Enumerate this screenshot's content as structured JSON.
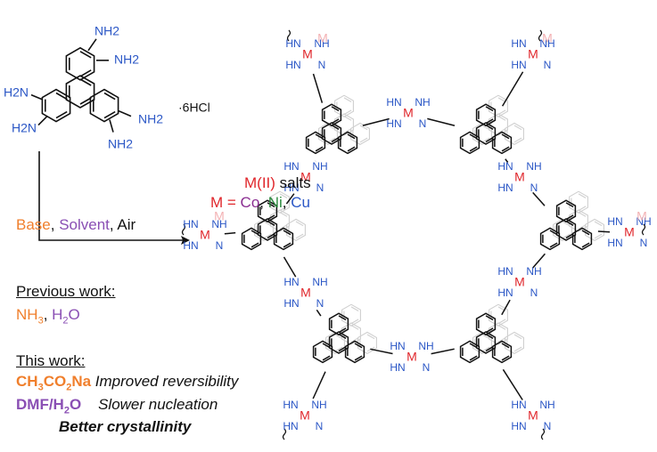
{
  "colors": {
    "metal": "#e0262b",
    "nitrogen": "#2b57c6",
    "cobalt": "#8a2d91",
    "nickel": "#2b8a3e",
    "copper": "#2b57c6",
    "base": "#f07f2c",
    "solvent": "#8a4fb4",
    "faded": "#c9c9c9"
  },
  "monomer": {
    "amine_label": "NH",
    "amine_sub": "2",
    "amine_left": "H",
    "amine_left_n": "N",
    "salt": "·6HCl"
  },
  "reaction": {
    "salts_metal": "M(II)",
    "salts_text": " salts",
    "metals_prefix": "M = ",
    "co": "Co",
    "sep1": ", ",
    "ni": "Ni",
    "sep2": ", ",
    "cu": "Cu",
    "base": "Base",
    "sep3": ", ",
    "solvent": "Solvent",
    "sep4": ", ",
    "air": "Air"
  },
  "previous": {
    "heading": "Previous work:",
    "nh3": "NH",
    "nh3_sub": "3",
    "sep": ", ",
    "h2o_h": "H",
    "h2o_sub": "2",
    "h2o_o": "O"
  },
  "this_work": {
    "heading": "This work:",
    "acetate_a": "CH",
    "acetate_sub1": "3",
    "acetate_b": "CO",
    "acetate_sub2": "2",
    "acetate_c": "Na",
    "acetate_effect": " Improved reversibility",
    "solvent_a": "DMF/H",
    "solvent_sub": "2",
    "solvent_b": "O",
    "solvent_effect": " Slower nucleation",
    "result": "Better crystallinity"
  },
  "framework": {
    "metal_label": "M",
    "nh_label": "NH",
    "hn_label": "HN",
    "h_label": "H",
    "n_label": "N"
  }
}
